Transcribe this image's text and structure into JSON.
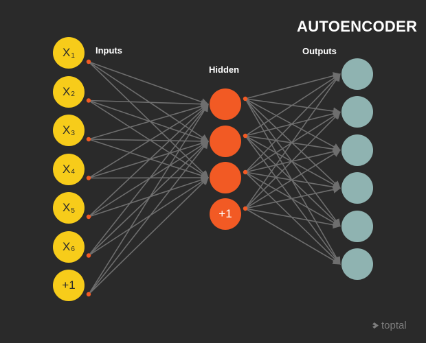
{
  "title": "AUTOENCODER",
  "labels": {
    "inputs": "Inputs",
    "hidden": "Hidden",
    "outputs": "Outputs"
  },
  "input_nodes": [
    {
      "main": "X",
      "sub": "1"
    },
    {
      "main": "X",
      "sub": "2"
    },
    {
      "main": "X",
      "sub": "3"
    },
    {
      "main": "X",
      "sub": "4"
    },
    {
      "main": "X",
      "sub": "5"
    },
    {
      "main": "X",
      "sub": "6"
    },
    {
      "main": "+1",
      "sub": ""
    }
  ],
  "hidden_nodes": [
    "",
    "",
    "",
    "+1"
  ],
  "output_node_count": 6,
  "brand": "toptal",
  "colors": {
    "background": "#2a2a2a",
    "input": "#f7cc1a",
    "hidden": "#f25a24",
    "output": "#8fb3b1",
    "edge": "#6e6e6e",
    "edge_dot": "#f25a24"
  }
}
